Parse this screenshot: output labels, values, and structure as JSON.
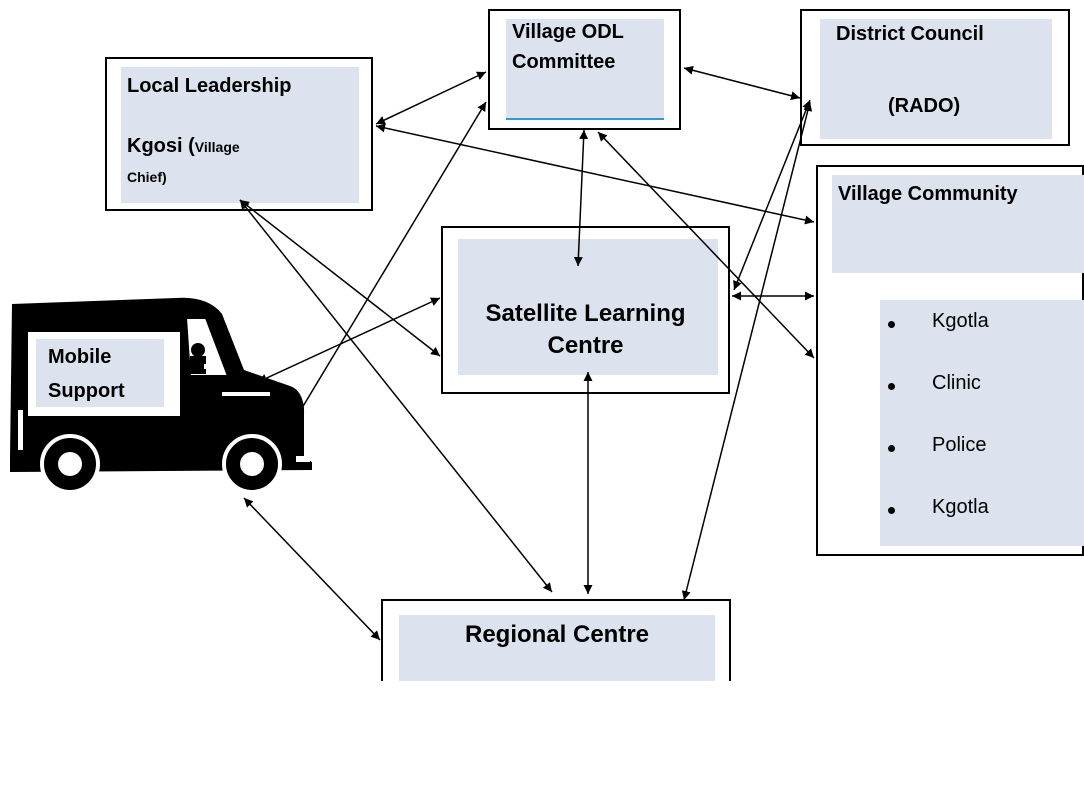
{
  "nodes": {
    "local_leadership": {
      "title": "Local Leadership",
      "kgosi": "Kgosi (",
      "village": "Village",
      "chief": "Chief)"
    },
    "village_odl": {
      "line1": "Village ODL",
      "line2": "Committee"
    },
    "district_council": {
      "line1": "District Council",
      "line2": "(RADO)"
    },
    "village_community": {
      "title": "Village Community",
      "items": [
        "Kgotla",
        "Clinic",
        "Police",
        "Kgotla"
      ]
    },
    "satellite": {
      "line1": "Satellite Learning",
      "line2": "Centre"
    },
    "mobile_support": {
      "line1": "Mobile",
      "line2": "Support"
    },
    "regional_centre": {
      "title": "Regional Centre"
    }
  },
  "colors": {
    "box_fill": "#dce3ee",
    "accent_line": "#2f9ad6"
  }
}
